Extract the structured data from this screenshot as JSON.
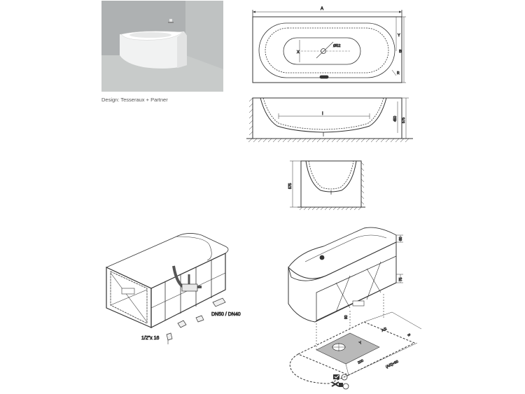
{
  "caption": "Design: Tesseraux + Partner",
  "top_view": {
    "dim_overall_length": "A",
    "dim_overall_width": "B",
    "dim_inner_width": "Y",
    "dim_inner_depth": "X",
    "dim_drain": "Ø52",
    "dim_corner": "R"
  },
  "section_long": {
    "dim_inner_length": "I",
    "dim_depth": "450",
    "dim_total_height": "575"
  },
  "section_short": {
    "dim_height": "575"
  },
  "frame_view": {
    "label_drain": "DN50 / DN40",
    "label_supply": "1/2\"x 16"
  },
  "install_view": {
    "dim_top": "80",
    "dim_side": "75",
    "dim_a": "A/2",
    "dim_a_plus": "(A/2)+50",
    "dim_y": "Y",
    "dim_200": "200",
    "dim_90": "90",
    "dim_b": "B"
  }
}
